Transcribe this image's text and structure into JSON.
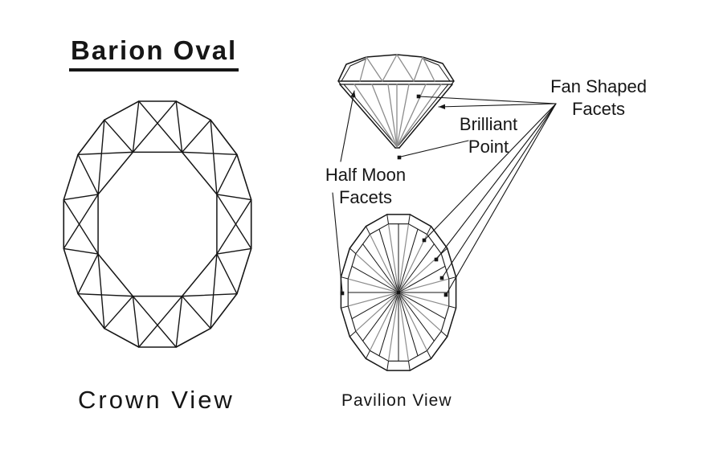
{
  "title": "Barion Oval",
  "labels": {
    "crown_view": "Crown View",
    "pavilion_view": "Pavilion View",
    "fan_shaped": "Fan Shaped Facets",
    "brilliant_point": "Brilliant Point",
    "half_moon": "Half Moon Facets"
  },
  "colors": {
    "ink": "#161616",
    "facet_gray": "#8c8c8c",
    "background": "#ffffff"
  }
}
